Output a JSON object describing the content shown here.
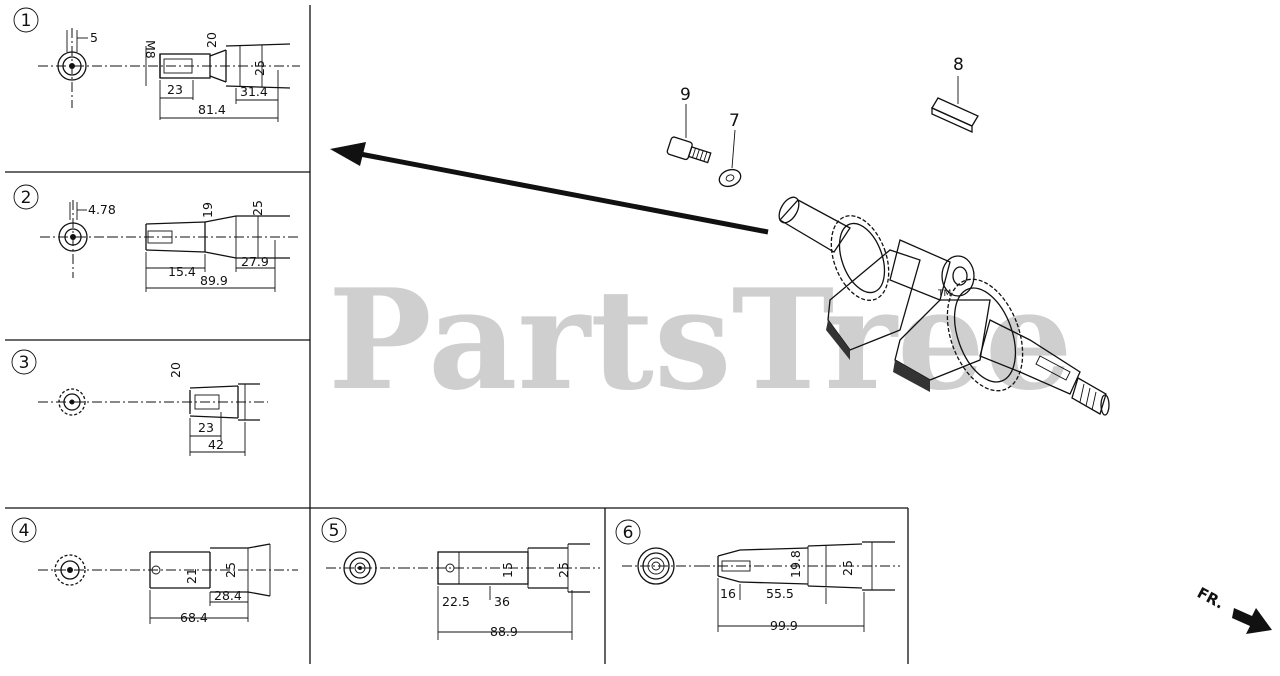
{
  "watermark": {
    "text": "PartsTree",
    "tm": "TM"
  },
  "direction_label": "FR.",
  "callouts": [
    {
      "label": "9",
      "part": "bolt"
    },
    {
      "label": "7",
      "part": "washer"
    },
    {
      "label": "8",
      "part": "key"
    }
  ],
  "panels": [
    {
      "number": "1",
      "dims": [
        "5",
        "M8",
        "20",
        "25",
        "23",
        "31.4",
        "81.4"
      ]
    },
    {
      "number": "2",
      "dims": [
        "4.78",
        "19",
        "25",
        "15.4",
        "27.9",
        "89.9"
      ]
    },
    {
      "number": "3",
      "dims": [
        "20",
        "23",
        "42"
      ]
    },
    {
      "number": "4",
      "dims": [
        "21",
        "25",
        "28.4",
        "68.4"
      ]
    },
    {
      "number": "5",
      "dims": [
        "15",
        "25",
        "22.5",
        "36",
        "88.9"
      ]
    },
    {
      "number": "6",
      "dims": [
        "19.8",
        "25",
        "16",
        "55.5",
        "99.9"
      ]
    }
  ]
}
